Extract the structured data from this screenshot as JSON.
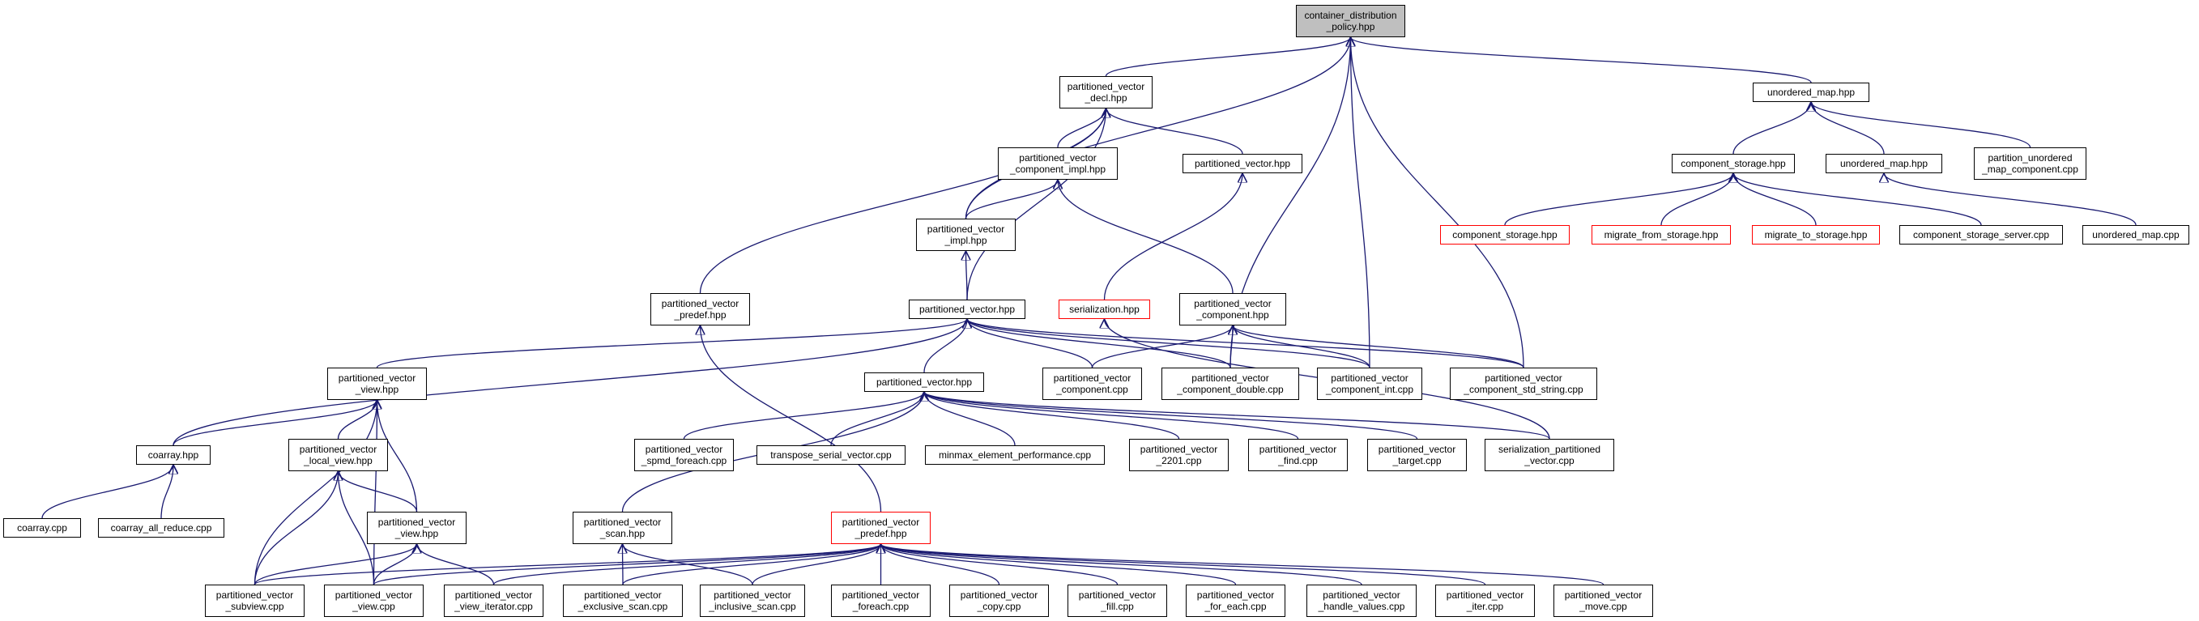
{
  "graph": {
    "colors": {
      "edge": "#191970",
      "node_border": "#000000",
      "missing_node_border": "#ff0000",
      "root_fill": "#bfbfbf"
    },
    "nodes": [
      {
        "id": "n_cdp",
        "label": "container_distribution\n_policy.hpp",
        "root": true
      },
      {
        "id": "n_pvdecl",
        "label": "partitioned_vector\n_decl.hpp"
      },
      {
        "id": "n_umap",
        "label": "unordered_map.hpp"
      },
      {
        "id": "n_pvci",
        "label": "partitioned_vector\n_component_impl.hpp"
      },
      {
        "id": "n_pvh1",
        "label": "partitioned_vector.hpp"
      },
      {
        "id": "n_cs",
        "label": "component_storage.hpp"
      },
      {
        "id": "n_umap2",
        "label": "unordered_map.hpp"
      },
      {
        "id": "n_pumc",
        "label": "partition_unordered\n_map_component.cpp"
      },
      {
        "id": "n_pvimpl",
        "label": "partitioned_vector\n_impl.hpp"
      },
      {
        "id": "n_csr",
        "label": "component_storage.hpp",
        "red": true
      },
      {
        "id": "n_mfs",
        "label": "migrate_from_storage.hpp",
        "red": true
      },
      {
        "id": "n_mts",
        "label": "migrate_to_storage.hpp",
        "red": true
      },
      {
        "id": "n_css",
        "label": "component_storage_server.cpp"
      },
      {
        "id": "n_umapcpp",
        "label": "unordered_map.cpp"
      },
      {
        "id": "n_pvpredef1",
        "label": "partitioned_vector\n_predef.hpp"
      },
      {
        "id": "n_pvmain",
        "label": "partitioned_vector.hpp"
      },
      {
        "id": "n_ser",
        "label": "serialization.hpp",
        "red": true
      },
      {
        "id": "n_pvcomp",
        "label": "partitioned_vector\n_component.hpp"
      },
      {
        "id": "n_pvview1",
        "label": "partitioned_vector\n_view.hpp"
      },
      {
        "id": "n_pvh2",
        "label": "partitioned_vector.hpp"
      },
      {
        "id": "n_pvcompcpp",
        "label": "partitioned_vector\n_component.cpp"
      },
      {
        "id": "n_pvcd",
        "label": "partitioned_vector\n_component_double.cpp"
      },
      {
        "id": "n_pvci_cpp",
        "label": "partitioned_vector\n_component_int.cpp"
      },
      {
        "id": "n_pvcss",
        "label": "partitioned_vector\n_component_std_string.cpp"
      },
      {
        "id": "n_coarray",
        "label": "coarray.hpp"
      },
      {
        "id": "n_pvlv",
        "label": "partitioned_vector\n_local_view.hpp"
      },
      {
        "id": "n_spmd",
        "label": "partitioned_vector\n_spmd_foreach.cpp"
      },
      {
        "id": "n_tsv",
        "label": "transpose_serial_vector.cpp"
      },
      {
        "id": "n_mmep",
        "label": "minmax_element_performance.cpp"
      },
      {
        "id": "n_pv2201",
        "label": "partitioned_vector\n_2201.cpp"
      },
      {
        "id": "n_pvfind",
        "label": "partitioned_vector\n_find.cpp"
      },
      {
        "id": "n_pvtarget",
        "label": "partitioned_vector\n_target.cpp"
      },
      {
        "id": "n_serpv",
        "label": "serialization_partitioned\n_vector.cpp"
      },
      {
        "id": "n_coarraycpp",
        "label": "coarray.cpp"
      },
      {
        "id": "n_car",
        "label": "coarray_all_reduce.cpp"
      },
      {
        "id": "n_pvview2",
        "label": "partitioned_vector\n_view.hpp"
      },
      {
        "id": "n_pvscan",
        "label": "partitioned_vector\n_scan.hpp"
      },
      {
        "id": "n_pvpredef2",
        "label": "partitioned_vector\n_predef.hpp",
        "red": true
      },
      {
        "id": "n_subview",
        "label": "partitioned_vector\n_subview.cpp"
      },
      {
        "id": "n_viewcpp",
        "label": "partitioned_vector\n_view.cpp"
      },
      {
        "id": "n_viewit",
        "label": "partitioned_vector\n_view_iterator.cpp"
      },
      {
        "id": "n_excl",
        "label": "partitioned_vector\n_exclusive_scan.cpp"
      },
      {
        "id": "n_incl",
        "label": "partitioned_vector\n_inclusive_scan.cpp"
      },
      {
        "id": "n_foreach",
        "label": "partitioned_vector\n_foreach.cpp"
      },
      {
        "id": "n_copy",
        "label": "partitioned_vector\n_copy.cpp"
      },
      {
        "id": "n_fill",
        "label": "partitioned_vector\n_fill.cpp"
      },
      {
        "id": "n_foreach2",
        "label": "partitioned_vector\n_for_each.cpp"
      },
      {
        "id": "n_hv",
        "label": "partitioned_vector\n_handle_values.cpp"
      },
      {
        "id": "n_iter",
        "label": "partitioned_vector\n_iter.cpp"
      },
      {
        "id": "n_move",
        "label": "partitioned_vector\n_move.cpp"
      }
    ],
    "edges": [
      [
        "n_pvdecl",
        "n_cdp"
      ],
      [
        "n_pvimpl",
        "n_cdp"
      ],
      [
        "n_pvcd",
        "n_cdp"
      ],
      [
        "n_pvci_cpp",
        "n_cdp"
      ],
      [
        "n_pvcss",
        "n_cdp"
      ],
      [
        "n_umap",
        "n_cdp"
      ],
      [
        "n_pvci",
        "n_pvdecl"
      ],
      [
        "n_pvh1",
        "n_pvdecl"
      ],
      [
        "n_pvimpl",
        "n_pvdecl"
      ],
      [
        "n_pvpredef1",
        "n_pvdecl"
      ],
      [
        "n_pvmain",
        "n_pvdecl"
      ],
      [
        "n_pvimpl",
        "n_pvci"
      ],
      [
        "n_pvcomp",
        "n_pvci"
      ],
      [
        "n_pvmain",
        "n_pvimpl"
      ],
      [
        "n_ser",
        "n_pvh1"
      ],
      [
        "n_cs",
        "n_umap"
      ],
      [
        "n_umap2",
        "n_umap"
      ],
      [
        "n_pumc",
        "n_umap"
      ],
      [
        "n_csr",
        "n_cs"
      ],
      [
        "n_mfs",
        "n_cs"
      ],
      [
        "n_mts",
        "n_cs"
      ],
      [
        "n_css",
        "n_cs"
      ],
      [
        "n_umapcpp",
        "n_umap2"
      ],
      [
        "n_pvview1",
        "n_pvmain"
      ],
      [
        "n_pvh2",
        "n_pvmain"
      ],
      [
        "n_coarray",
        "n_pvmain"
      ],
      [
        "n_pvcompcpp",
        "n_pvmain"
      ],
      [
        "n_pvcd",
        "n_pvmain"
      ],
      [
        "n_pvci_cpp",
        "n_pvmain"
      ],
      [
        "n_pvcss",
        "n_pvmain"
      ],
      [
        "n_pvcompcpp",
        "n_pvcomp"
      ],
      [
        "n_pvcd",
        "n_pvcomp"
      ],
      [
        "n_pvci_cpp",
        "n_pvcomp"
      ],
      [
        "n_pvcss",
        "n_pvcomp"
      ],
      [
        "n_serpv",
        "n_ser"
      ],
      [
        "n_coarray",
        "n_pvview1"
      ],
      [
        "n_pvlv",
        "n_pvview1"
      ],
      [
        "n_pvview2",
        "n_pvview1"
      ],
      [
        "n_subview",
        "n_pvview1"
      ],
      [
        "n_viewcpp",
        "n_pvview1"
      ],
      [
        "n_spmd",
        "n_pvh2"
      ],
      [
        "n_tsv",
        "n_pvh2"
      ],
      [
        "n_mmep",
        "n_pvh2"
      ],
      [
        "n_pv2201",
        "n_pvh2"
      ],
      [
        "n_pvfind",
        "n_pvh2"
      ],
      [
        "n_pvtarget",
        "n_pvh2"
      ],
      [
        "n_serpv",
        "n_pvh2"
      ],
      [
        "n_pvscan",
        "n_pvh2"
      ],
      [
        "n_coarraycpp",
        "n_coarray"
      ],
      [
        "n_car",
        "n_coarray"
      ],
      [
        "n_pvview2",
        "n_pvlv"
      ],
      [
        "n_subview",
        "n_pvlv"
      ],
      [
        "n_viewcpp",
        "n_pvlv"
      ],
      [
        "n_subview",
        "n_pvview2"
      ],
      [
        "n_viewcpp",
        "n_pvview2"
      ],
      [
        "n_viewit",
        "n_pvview2"
      ],
      [
        "n_excl",
        "n_pvscan"
      ],
      [
        "n_incl",
        "n_pvscan"
      ],
      [
        "n_pvpredef2",
        "n_pvpredef1"
      ],
      [
        "n_subview",
        "n_pvpredef2"
      ],
      [
        "n_viewcpp",
        "n_pvpredef2"
      ],
      [
        "n_viewit",
        "n_pvpredef2"
      ],
      [
        "n_excl",
        "n_pvpredef2"
      ],
      [
        "n_incl",
        "n_pvpredef2"
      ],
      [
        "n_foreach",
        "n_pvpredef2"
      ],
      [
        "n_copy",
        "n_pvpredef2"
      ],
      [
        "n_fill",
        "n_pvpredef2"
      ],
      [
        "n_foreach2",
        "n_pvpredef2"
      ],
      [
        "n_hv",
        "n_pvpredef2"
      ],
      [
        "n_iter",
        "n_pvpredef2"
      ],
      [
        "n_move",
        "n_pvpredef2"
      ]
    ]
  }
}
